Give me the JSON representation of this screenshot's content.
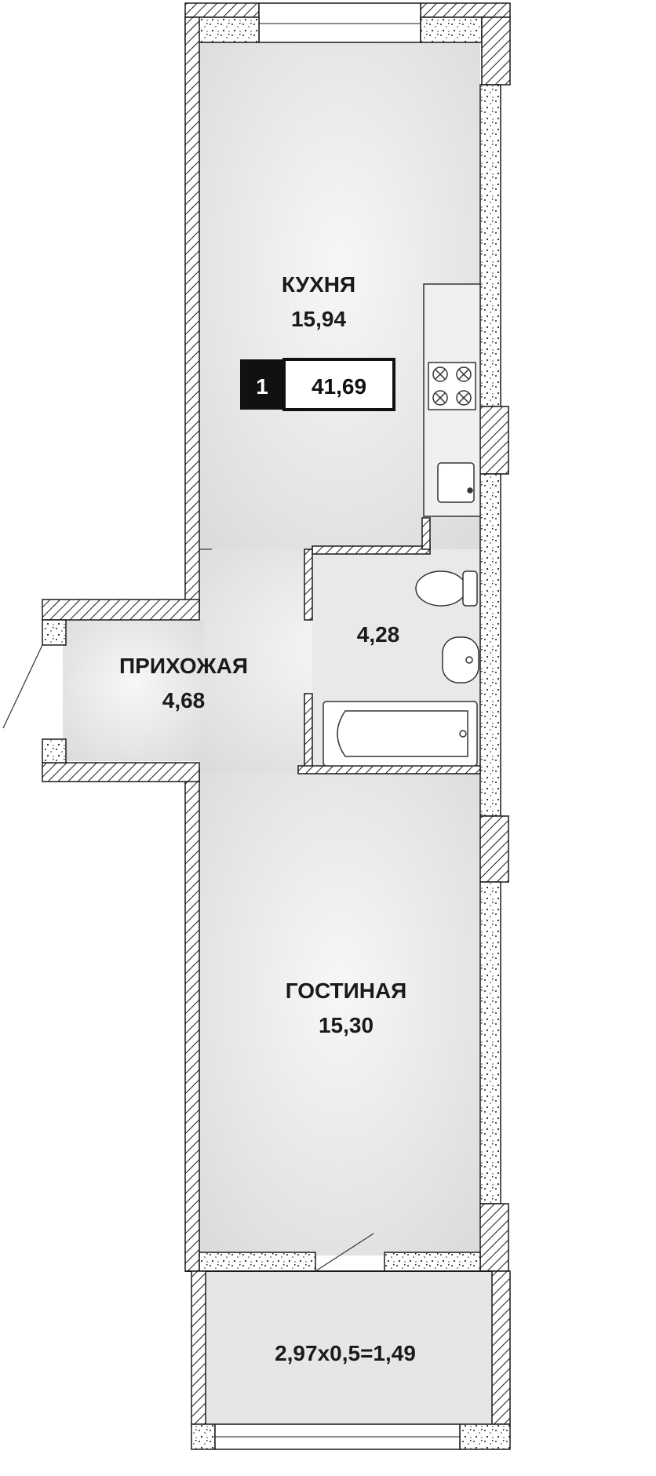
{
  "rooms": {
    "kitchen": {
      "name": "КУХНЯ",
      "area": "15,94"
    },
    "hallway": {
      "name": "ПРИХОЖАЯ",
      "area": "4,68"
    },
    "bathroom": {
      "area": "4,28"
    },
    "living": {
      "name": "ГОСТИНАЯ",
      "area": "15,30"
    },
    "balcony": {
      "area": "2,97x0,5=1,49"
    }
  },
  "badge": {
    "rooms_count": "1",
    "total_area": "41,69"
  },
  "colors": {
    "floor": "#e6e6e6",
    "wall_hatch": "#1a1a1a",
    "badge_dark": "#111111",
    "text": "#1a1a1a"
  }
}
